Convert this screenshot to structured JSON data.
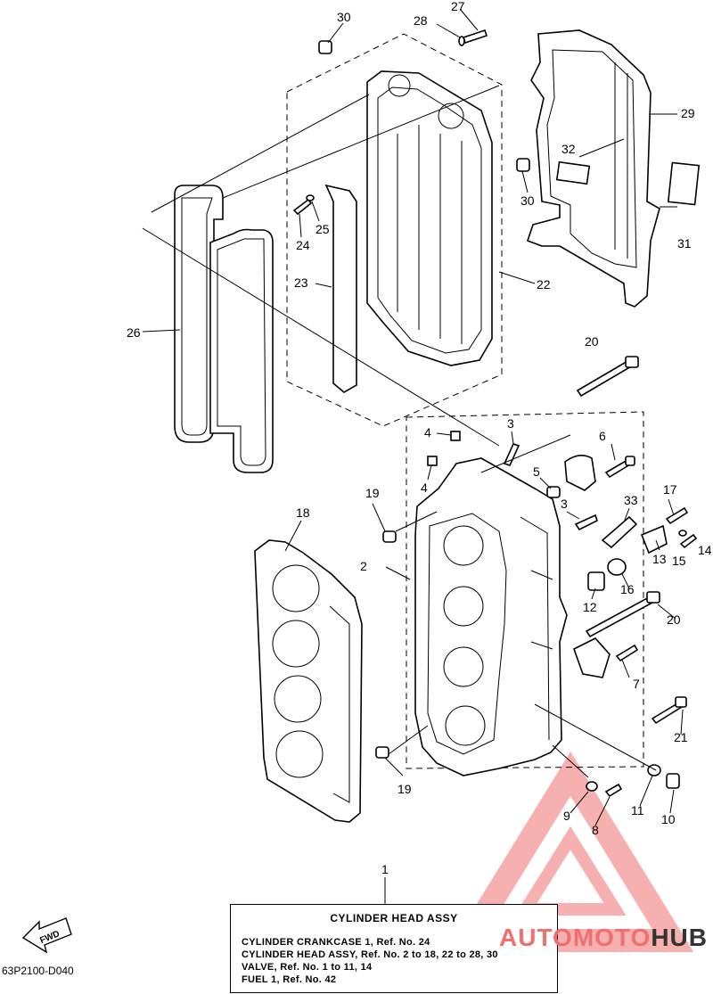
{
  "diagram_code": "63P2100-D040",
  "fwd_label": "FWD",
  "watermark": {
    "part1": "AUTOMOTO",
    "part2": "HUB",
    "accent": "#f07070"
  },
  "legend": {
    "title": "CYLINDER HEAD ASSY",
    "lines": [
      "CYLINDER CRANKCASE 1, Ref. No. 24",
      "CYLINDER HEAD ASSY,  Ref. No. 2 to 18, 22 to 28, 30",
      "VALVE, Ref. No. 1 to 11, 14",
      "FUEL 1, Ref. No. 42"
    ]
  },
  "callouts": {
    "c1": "1",
    "c2": "2",
    "c3a": "3",
    "c3b": "3",
    "c4a": "4",
    "c4b": "4",
    "c5": "5",
    "c6": "6",
    "c7": "7",
    "c8": "8",
    "c9": "9",
    "c10": "10",
    "c11": "11",
    "c12": "12",
    "c13": "13",
    "c14": "14",
    "c15": "15",
    "c16": "16",
    "c17": "17",
    "c18": "18",
    "c19a": "19",
    "c19b": "19",
    "c20a": "20",
    "c20b": "20",
    "c21": "21",
    "c22": "22",
    "c23": "23",
    "c24": "24",
    "c25": "25",
    "c26": "26",
    "c27": "27",
    "c28": "28",
    "c29": "29",
    "c30a": "30",
    "c30b": "30",
    "c31": "31",
    "c32": "32",
    "c33": "33"
  }
}
